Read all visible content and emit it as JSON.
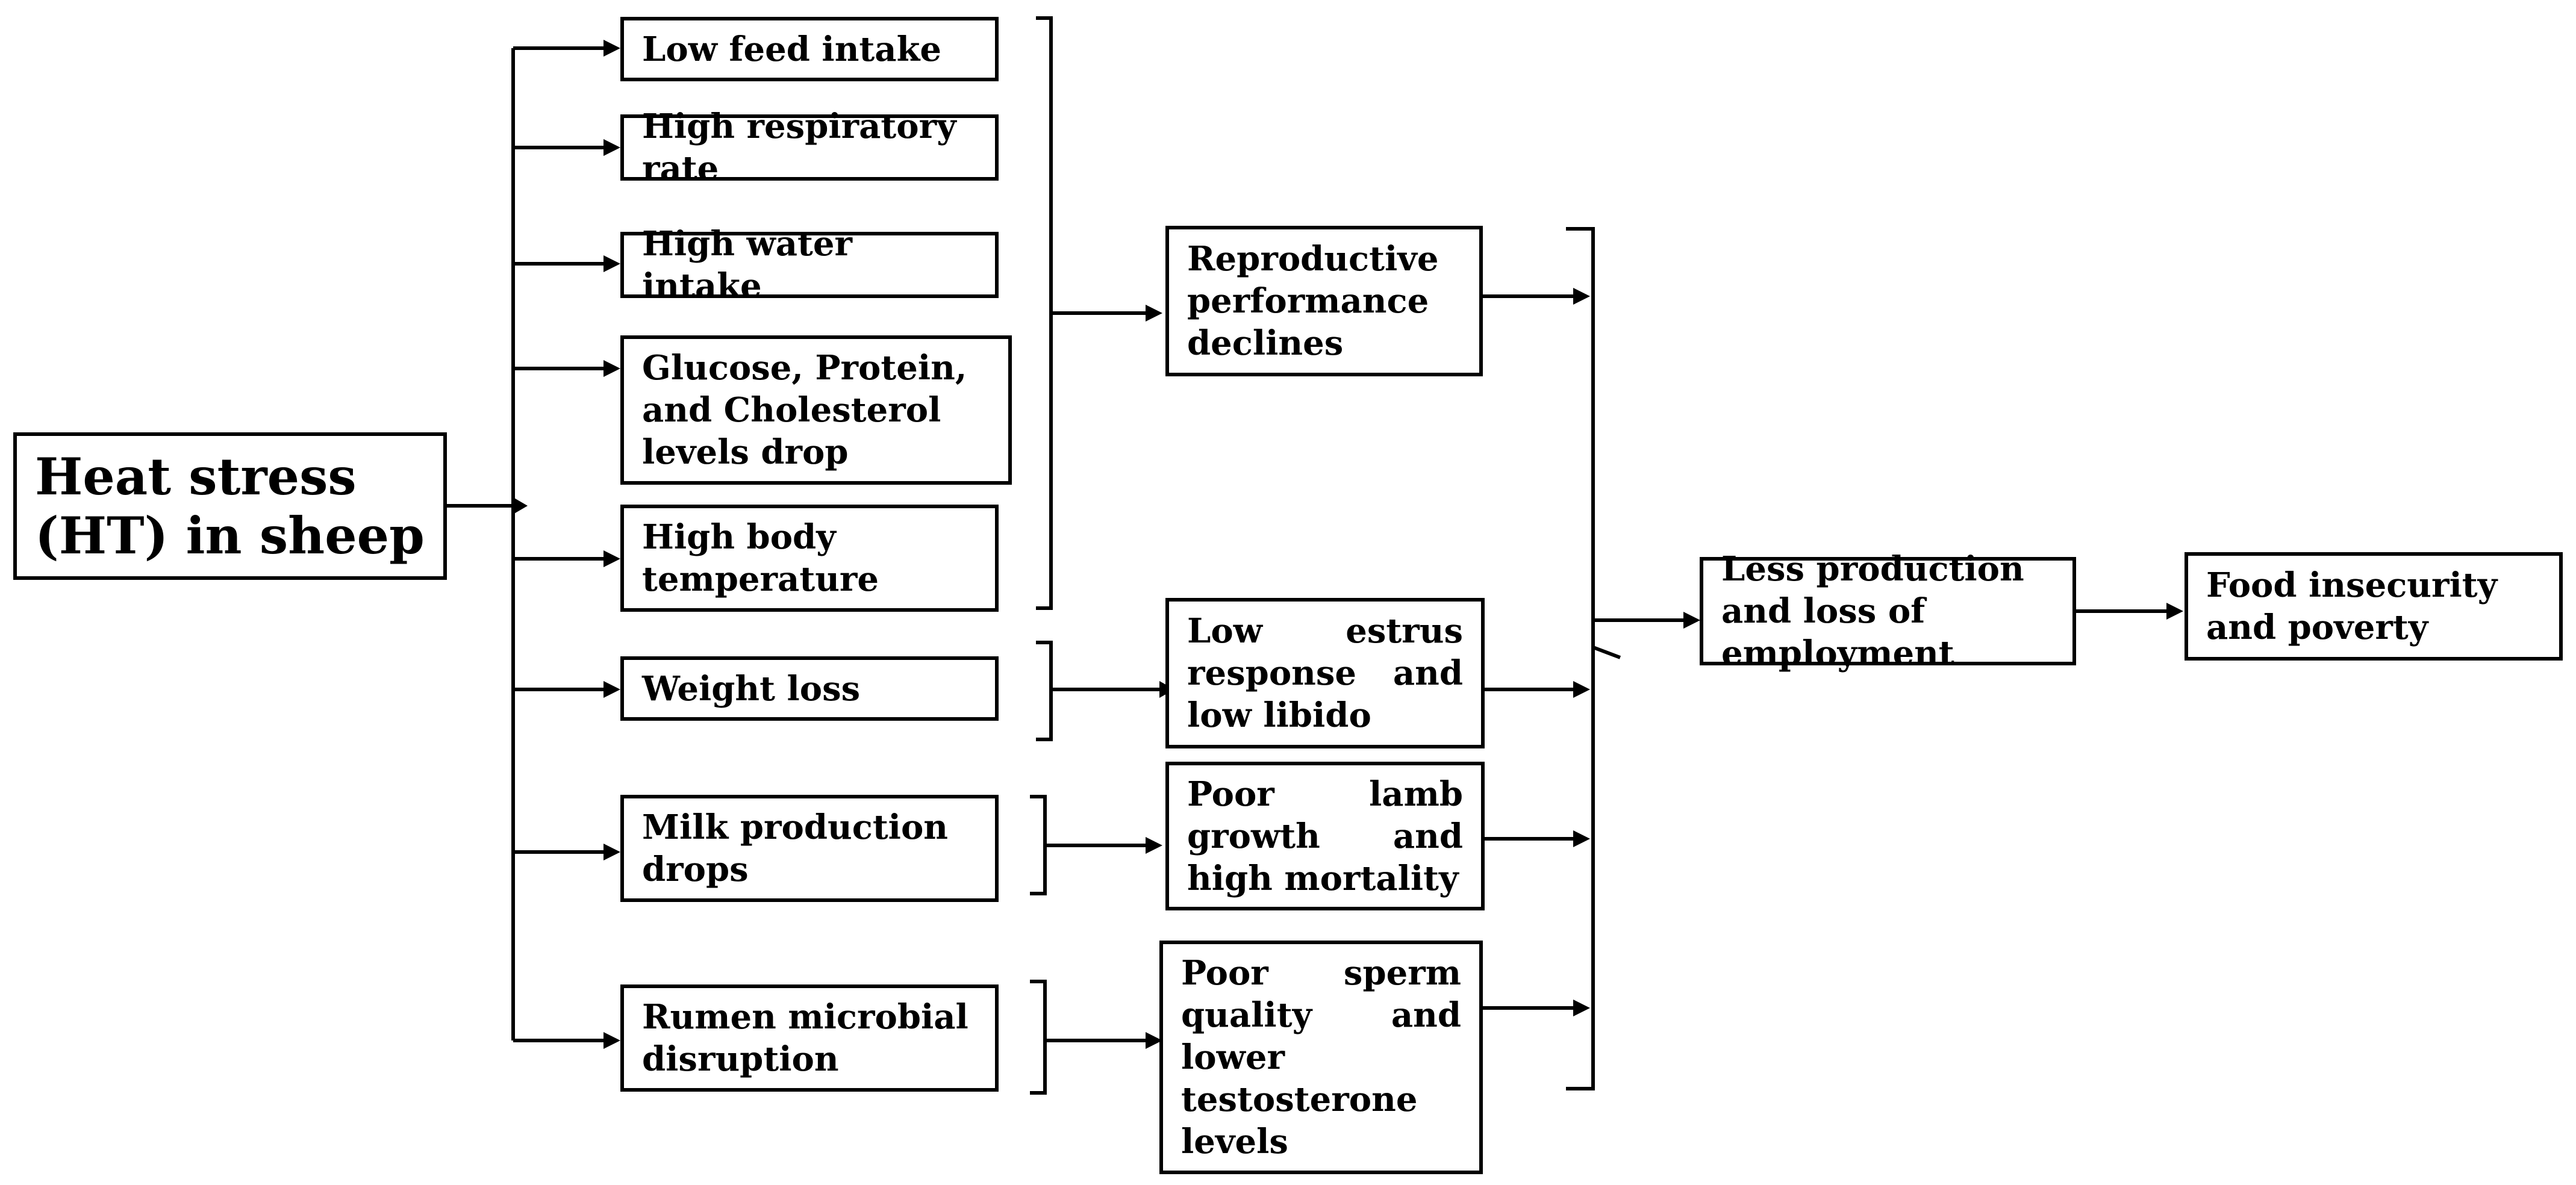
{
  "root": "Heat stress (HT) in sheep",
  "symptoms": [
    "Low feed intake",
    "High respiratory rate",
    "High water intake",
    "Glucose, Protein, and Cholesterol levels drop",
    "High body temperature",
    "Weight loss",
    "Milk production drops",
    "Rumen microbial disruption"
  ],
  "effects": [
    "Reproductive performance declines",
    "Low estrus response and low libido",
    "Poor lamb growth and high mortality",
    "Poor sperm quality and lower testosterone levels"
  ],
  "outcome": "Less production and loss of employment",
  "final": "Food insecurity and poverty"
}
